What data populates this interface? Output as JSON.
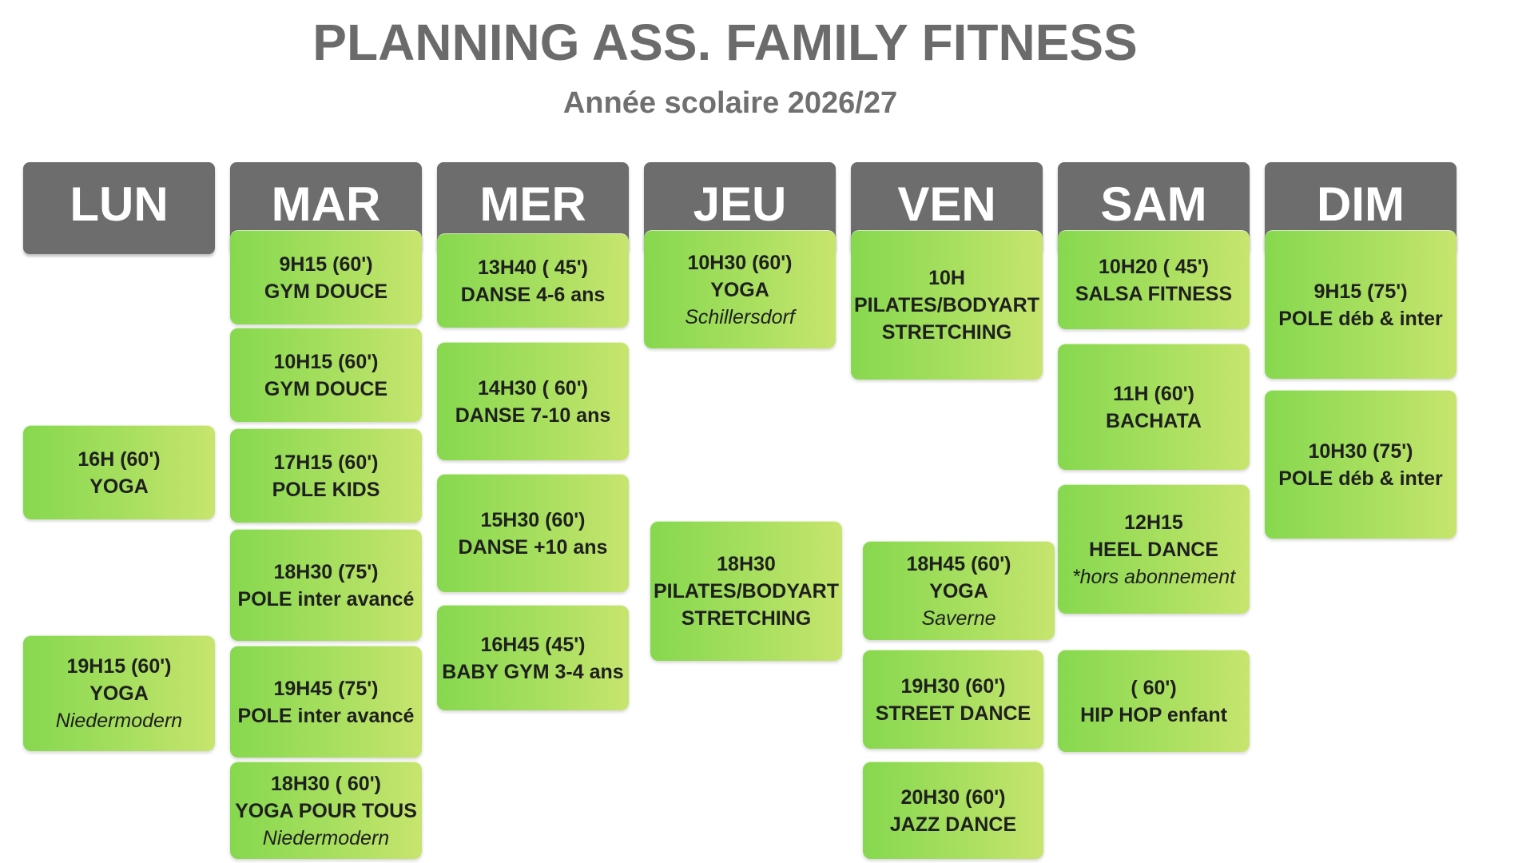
{
  "header": {
    "title": "PLANNING ASS. FAMILY FITNESS",
    "subtitle": "Année scolaire 2026/27"
  },
  "days": [
    "LUN",
    "MAR",
    "MER",
    "JEU",
    "VEN",
    "SAM",
    "DIM"
  ],
  "colors": {
    "header_bg": "#6d6d6d",
    "card_green_left": "#86d84f",
    "card_green_right": "#c7e56e",
    "title_gray": "#6b6b6b"
  },
  "classes": {
    "lun": [
      {
        "time": "16H (60')",
        "name": "YOGA"
      },
      {
        "time": "19H15 (60')",
        "name": "YOGA",
        "location": "Niedermodern"
      }
    ],
    "mar": [
      {
        "time": "9H15 (60')",
        "name": "GYM DOUCE"
      },
      {
        "time": "10H15 (60')",
        "name": "GYM DOUCE"
      },
      {
        "time": "17H15 (60')",
        "name": "POLE KIDS"
      },
      {
        "time": "18H30 (75')",
        "name": "POLE inter avancé"
      },
      {
        "time": "19H45 (75')",
        "name": "POLE inter avancé"
      },
      {
        "time": "18H30 ( 60')",
        "name": "YOGA POUR TOUS",
        "location": "Niedermodern"
      }
    ],
    "mer": [
      {
        "time": "13H40 ( 45')",
        "name": "DANSE 4-6 ans"
      },
      {
        "time": "14H30 ( 60')",
        "name": "DANSE 7-10 ans"
      },
      {
        "time": "15H30 (60')",
        "name": "DANSE +10 ans"
      },
      {
        "time": "16H45 (45')",
        "name": "BABY GYM 3-4 ans"
      }
    ],
    "jeu": [
      {
        "time": "10H30 (60')",
        "name": "YOGA",
        "location": "Schillersdorf"
      },
      {
        "time": "18H30",
        "name": "PILATES/BODYART",
        "extra": "STRETCHING"
      }
    ],
    "ven": [
      {
        "time": "10H",
        "name": "PILATES/BODYART",
        "extra": "STRETCHING"
      },
      {
        "time": "18H45 (60')",
        "name": "YOGA",
        "location": "Saverne"
      },
      {
        "time": "19H30 (60')",
        "name": "STREET DANCE"
      },
      {
        "time": "20H30 (60')",
        "name": "JAZZ DANCE"
      }
    ],
    "sam": [
      {
        "time": "10H20 ( 45')",
        "name": "SALSA FITNESS"
      },
      {
        "time": "11H (60')",
        "name": "BACHATA"
      },
      {
        "time": "12H15",
        "name": "HEEL DANCE",
        "location": "*hors abonnement"
      },
      {
        "time": "( 60')",
        "name": "HIP HOP enfant"
      }
    ],
    "dim": [
      {
        "time": "9H15 (75')",
        "name": "POLE déb & inter"
      },
      {
        "time": "10H30 (75')",
        "name": "POLE déb & inter"
      }
    ]
  }
}
